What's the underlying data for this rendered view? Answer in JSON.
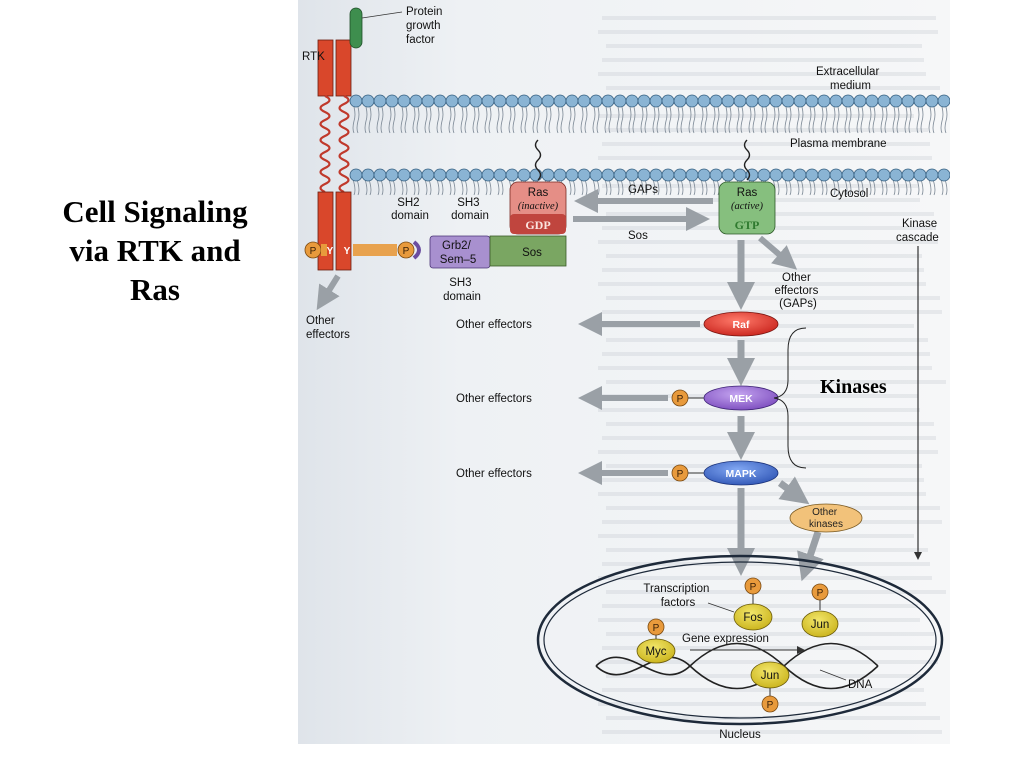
{
  "title": {
    "lines": [
      "Cell Signaling",
      "via RTK and",
      "Ras"
    ]
  },
  "diagram": {
    "labels": {
      "protein_growth_factor": [
        "Protein",
        "growth",
        "factor"
      ],
      "rtk": "RTK",
      "extracellular_medium": [
        "Extracellular",
        "medium"
      ],
      "plasma_membrane": "Plasma membrane",
      "cytosol": "Cytosol",
      "kinase_cascade": [
        "Kinase",
        "cascade"
      ],
      "sh2_domain": [
        "SH2",
        "domain"
      ],
      "sh3_domain_top": [
        "SH3",
        "domain"
      ],
      "sh3_domain_bottom": [
        "SH3",
        "domain"
      ],
      "grb2": [
        "Grb2/",
        "Sem–5"
      ],
      "sos_box": "Sos",
      "sos_arrow": "Sos",
      "gaps_arrow": "GAPs",
      "ras_inactive": [
        "Ras",
        "(inactive)",
        "GDP"
      ],
      "ras_active": [
        "Ras",
        "(active)",
        "GTP"
      ],
      "other_effectors_gaps": [
        "Other",
        "effectors",
        "(GAPs)"
      ],
      "other_effectors_rtk": [
        "Other",
        "effectors"
      ],
      "other_effectors_raf": "Other effectors",
      "other_effectors_mek": "Other effectors",
      "other_effectors_mapk": "Other effectors",
      "raf": "Raf",
      "mek": "MEK",
      "mapk": "MAPK",
      "other_kinases": [
        "Other",
        "kinases"
      ],
      "transcription_factors": [
        "Transcription",
        "factors"
      ],
      "fos": "Fos",
      "jun_top": "Jun",
      "jun_bottom": "Jun",
      "myc": "Myc",
      "gene_expression": "Gene expression",
      "dna": "DNA",
      "nucleus": "Nucleus",
      "kinases_brace": "Kinases",
      "phosphate": "P",
      "tyrosine": "Y"
    },
    "colors": {
      "rtk": "#d9472b",
      "growth_factor": "#3e8e4e",
      "membrane_head": "#8ab4d4",
      "ras_inactive": "#e58e86",
      "gdp": "#c0453e",
      "ras_active": "#86bf7e",
      "gtp_text": "#2f7a2f",
      "grb2": "#a890cf",
      "sos": "#7aa662",
      "raf": "#d6322a",
      "mek": "#8a5cc6",
      "mapk": "#3a66c2",
      "phosphate": "#e89a3c",
      "other_kinases": "#f2c27a",
      "tf_yellow": "#d8c41c",
      "arrow": "#9aa0a6",
      "page_tint": "#f3f5f7"
    }
  }
}
